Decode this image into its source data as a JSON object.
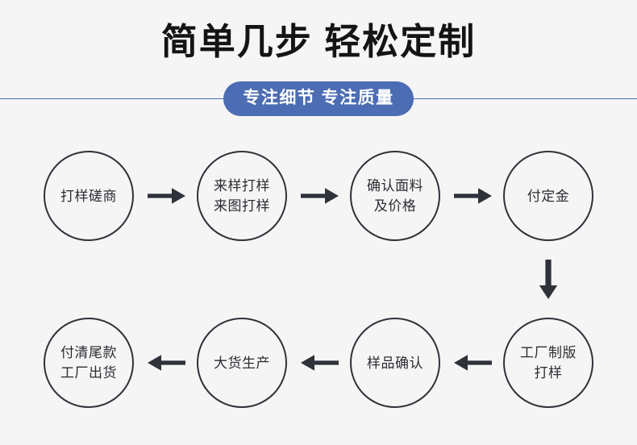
{
  "page": {
    "background": "#f5f5f5",
    "accent": "#4c6cb3",
    "node_stroke": "#2f323a",
    "arrow_color": "#2f323a"
  },
  "header": {
    "title": "简单几步 轻松定制",
    "badge": "专注细节 专注质量"
  },
  "flow": {
    "row1": [
      {
        "label": "打样磋商"
      },
      {
        "label": "来样打样\n来图打样"
      },
      {
        "label": "确认面料\n及价格"
      },
      {
        "label": "付定金"
      }
    ],
    "row2": [
      {
        "label": "付清尾款\n工厂出货"
      },
      {
        "label": "大货生产"
      },
      {
        "label": "样品确认"
      },
      {
        "label": "工厂制版\n打样"
      }
    ],
    "arrows": {
      "right": "arrow-right-icon",
      "left": "arrow-left-icon",
      "down": "arrow-down-icon"
    }
  }
}
